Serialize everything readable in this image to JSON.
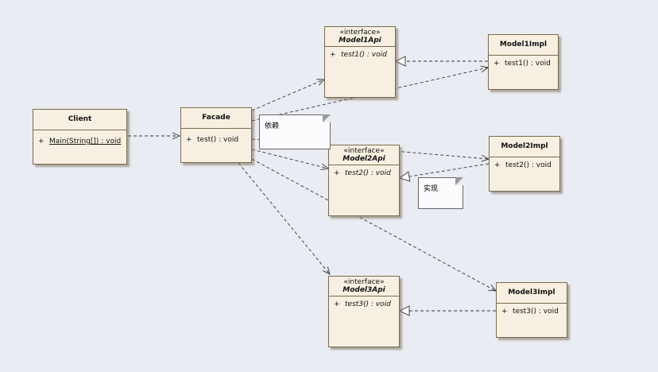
{
  "classes": {
    "client": {
      "name": "Client",
      "vis": "+",
      "op": "Main(String[]) : void"
    },
    "facade": {
      "name": "Facade",
      "vis": "+",
      "op": "test() : void"
    },
    "model1api": {
      "stereotype": "«interface»",
      "name": "Model1Api",
      "vis": "+",
      "op": "test1() : void"
    },
    "model2api": {
      "stereotype": "«interface»",
      "name": "Model2Api",
      "vis": "+",
      "op": "test2() : void"
    },
    "model3api": {
      "stereotype": "«interface»",
      "name": "Model3Api",
      "vis": "+",
      "op": "test3() : void"
    },
    "model1impl": {
      "name": "Model1Impl",
      "vis": "+",
      "op": "test1() : void"
    },
    "model2impl": {
      "name": "Model2Impl",
      "vis": "+",
      "op": "test2() : void"
    },
    "model3impl": {
      "name": "Model3Impl",
      "vis": "+",
      "op": "test3() : void"
    }
  },
  "notes": {
    "dependency": "依赖",
    "realization": "实现"
  }
}
